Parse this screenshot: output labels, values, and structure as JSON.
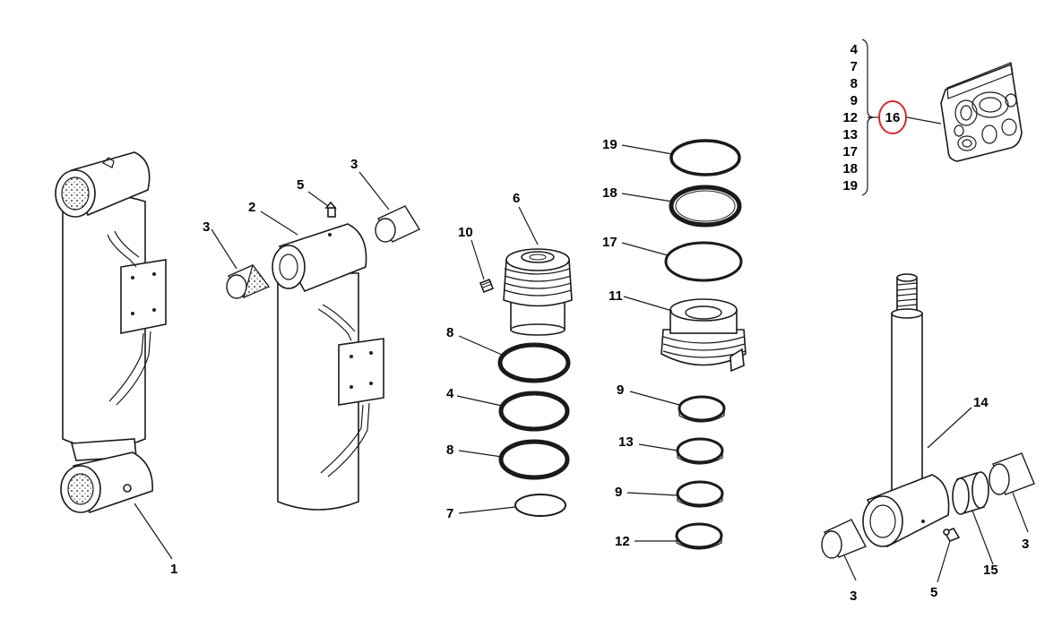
{
  "labels": {
    "cyl1": "1",
    "cyl2": "2",
    "bushing_a": "3",
    "bushing_b": "3",
    "bushing_c": "3",
    "bushing_d": "3",
    "grease_a": "5",
    "grease_b": "5",
    "head": "6",
    "setscrew": "10",
    "seal_8a": "8",
    "seal_4": "4",
    "seal_8b": "8",
    "oring_7": "7",
    "ring_19": "19",
    "ring_18": "18",
    "ring_17": "17",
    "piston": "11",
    "ring_9a": "9",
    "ring_13": "13",
    "ring_9b": "9",
    "ring_12": "12",
    "rod": "14",
    "spacer": "15"
  },
  "kit": {
    "number": "16",
    "items": [
      "4",
      "7",
      "8",
      "9",
      "12",
      "13",
      "17",
      "18",
      "19"
    ],
    "highlight_color": "#d42a2a"
  }
}
